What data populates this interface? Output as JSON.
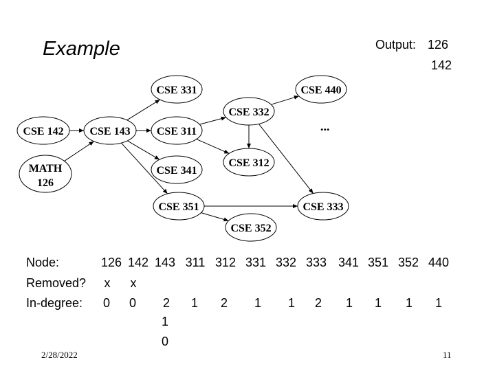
{
  "title": "Example",
  "output": {
    "label": "Output:",
    "values": [
      "126",
      "142"
    ]
  },
  "graph": {
    "nodes": [
      {
        "id": "142",
        "lines": [
          "CSE 142"
        ]
      },
      {
        "id": "143",
        "lines": [
          "CSE 143"
        ]
      },
      {
        "id": "m126",
        "lines": [
          "MATH",
          "126"
        ]
      },
      {
        "id": "331",
        "lines": [
          "CSE 331"
        ]
      },
      {
        "id": "311",
        "lines": [
          "CSE 311"
        ]
      },
      {
        "id": "341",
        "lines": [
          "CSE 341"
        ]
      },
      {
        "id": "351",
        "lines": [
          "CSE 351"
        ]
      },
      {
        "id": "332",
        "lines": [
          "CSE 332"
        ]
      },
      {
        "id": "312",
        "lines": [
          "CSE 312"
        ]
      },
      {
        "id": "440",
        "lines": [
          "CSE 440"
        ]
      },
      {
        "id": "333",
        "lines": [
          "CSE 333"
        ]
      },
      {
        "id": "352",
        "lines": [
          "CSE 352"
        ]
      }
    ],
    "edges": [
      [
        "142",
        "143"
      ],
      [
        "m126",
        "143"
      ],
      [
        "143",
        "331"
      ],
      [
        "143",
        "311"
      ],
      [
        "143",
        "341"
      ],
      [
        "143",
        "351"
      ],
      [
        "311",
        "332"
      ],
      [
        "311",
        "312"
      ],
      [
        "332",
        "312"
      ],
      [
        "332",
        "440"
      ],
      [
        "332",
        "333"
      ],
      [
        "351",
        "333"
      ],
      [
        "351",
        "352"
      ]
    ],
    "ellipsis": "..."
  },
  "table": {
    "node_label": "Node:",
    "removed_label": "Removed?",
    "indegree_label": "In-degree:",
    "nodes": [
      "126",
      "142",
      "143",
      "311",
      "312",
      "331",
      "332",
      "333",
      "341",
      "351",
      "352",
      "440"
    ],
    "removed": [
      "x",
      "x",
      "",
      "",
      "",
      "",
      "",
      "",
      "",
      "",
      "",
      ""
    ],
    "indegree": [
      "0",
      "0",
      "2",
      "1",
      "2",
      "1",
      "1",
      "2",
      "1",
      "1",
      "1",
      "1"
    ],
    "indegree_updates": [
      [
        "1",
        "0"
      ]
    ]
  },
  "footer": {
    "date": "2/28/2022",
    "page": "11"
  }
}
